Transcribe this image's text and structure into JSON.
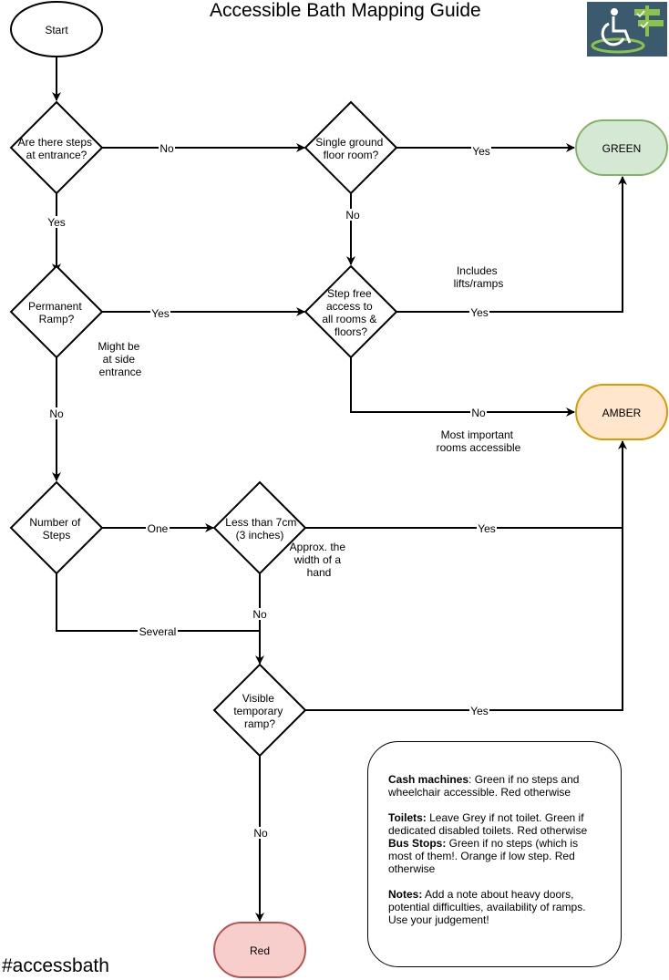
{
  "title": "Accessible Bath Mapping Guide",
  "hashtag": "#accessbath",
  "logo_icon": "wheelchair-signpost-logo",
  "colors": {
    "green_fill": "#d5e8d4",
    "green_stroke": "#82b366",
    "amber_fill": "#ffe6cc",
    "amber_stroke": "#d79b00",
    "red_fill": "#f8cecc",
    "red_stroke": "#b85450",
    "logo_bg": "#3c5a6e",
    "logo_accent": "#8bc34a"
  },
  "nodes": {
    "start": "Start",
    "steps_entrance": [
      "Are there steps",
      "at entrance?"
    ],
    "single_ground": [
      "Single ground",
      "floor room?"
    ],
    "green": "GREEN",
    "permanent_ramp": [
      "Permanent",
      "Ramp?"
    ],
    "step_free": [
      "Step free",
      "access to",
      "all rooms &",
      "floors?"
    ],
    "amber": "AMBER",
    "number_steps": [
      "Number of",
      "Steps"
    ],
    "less_than": [
      "Less than 7cm",
      "(3 inches)"
    ],
    "visible_ramp": [
      "Visible",
      "temporary",
      "ramp?"
    ],
    "red": "Red"
  },
  "edge_labels": {
    "no_1": "No",
    "yes_1": "Yes",
    "yes_2": "Yes",
    "no_2": "No",
    "yes_3": "Yes",
    "yes_4": "Yes",
    "no_3": "No",
    "no_4": "No",
    "one": "One",
    "yes_5": "Yes",
    "no_5": "No",
    "several": "Several",
    "yes_6": "Yes",
    "no_6": "No"
  },
  "annotations": {
    "side_entrance": [
      "Might be",
      "at side",
      "entrance"
    ],
    "lifts": [
      "Includes",
      "lifts/ramps"
    ],
    "important_rooms": [
      "Most important",
      "rooms accessible"
    ],
    "hand_width": [
      "Approx. the",
      "width of a",
      "hand"
    ]
  },
  "notes": {
    "cash_title": "Cash machines",
    "cash_text": ": Green if no steps and wheelchair accessible. Red otherwise",
    "toilets_title": "Toilets:",
    "toilets_text": " Leave Grey if not toilet. Green if dedicated disabled toilets. Red otherwise",
    "bus_title": "Bus Stops:",
    "bus_text": " Green if no steps (which is most of them!. Orange if low step. Red otherwise",
    "notes_title": "Notes:",
    "notes_text": " Add a note about heavy doors, potential difficulties, availability of ramps. Use your judgement!"
  }
}
